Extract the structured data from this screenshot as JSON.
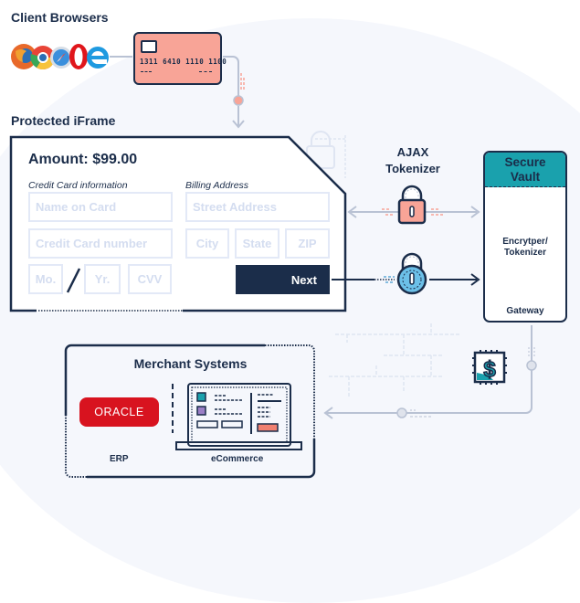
{
  "diagram": {
    "client_browsers": {
      "title": "Client Browsers",
      "browsers": [
        "firefox",
        "chrome",
        "safari",
        "opera",
        "internet-explorer"
      ]
    },
    "credit_card": {
      "number_masked": "1311 6410 1110 1100",
      "color": "#f8a497"
    },
    "protected_iframe": {
      "title": "Protected iFrame",
      "amount_label": "Amount: $99.00",
      "card_section_label": "Credit Card information",
      "billing_section_label": "Billing Address",
      "fields": {
        "name_on_card": "Name on Card",
        "card_number": "Credit Card number",
        "month": "Mo.",
        "separator": "/",
        "year": "Yr.",
        "cvv": "CVV",
        "street": "Street Address",
        "city": "City",
        "state": "State",
        "zip": "ZIP"
      },
      "next_button": "Next"
    },
    "ajax_tokenizer": {
      "title_line1": "AJAX",
      "title_line2": "Tokenizer"
    },
    "secure_vault": {
      "title_line1": "Secure",
      "title_line2": "Vault",
      "encrypter_label_line1": "Encrytper/",
      "encrypter_label_line2": "Tokenizer",
      "gateway_label": "Gateway",
      "accent_color": "#1aa1ad"
    },
    "merchant_systems": {
      "title": "Merchant Systems",
      "erp_logo_text": "ORACLE",
      "erp_label": "ERP",
      "ecommerce_label": "eCommerce"
    },
    "colors": {
      "navy": "#1b2d4a",
      "teal": "#1aa1ad",
      "salmon": "#f8a497",
      "purple": "#9b7fc6",
      "oracle_red": "#d8131f",
      "connector_gray": "#b9c2d4"
    }
  }
}
